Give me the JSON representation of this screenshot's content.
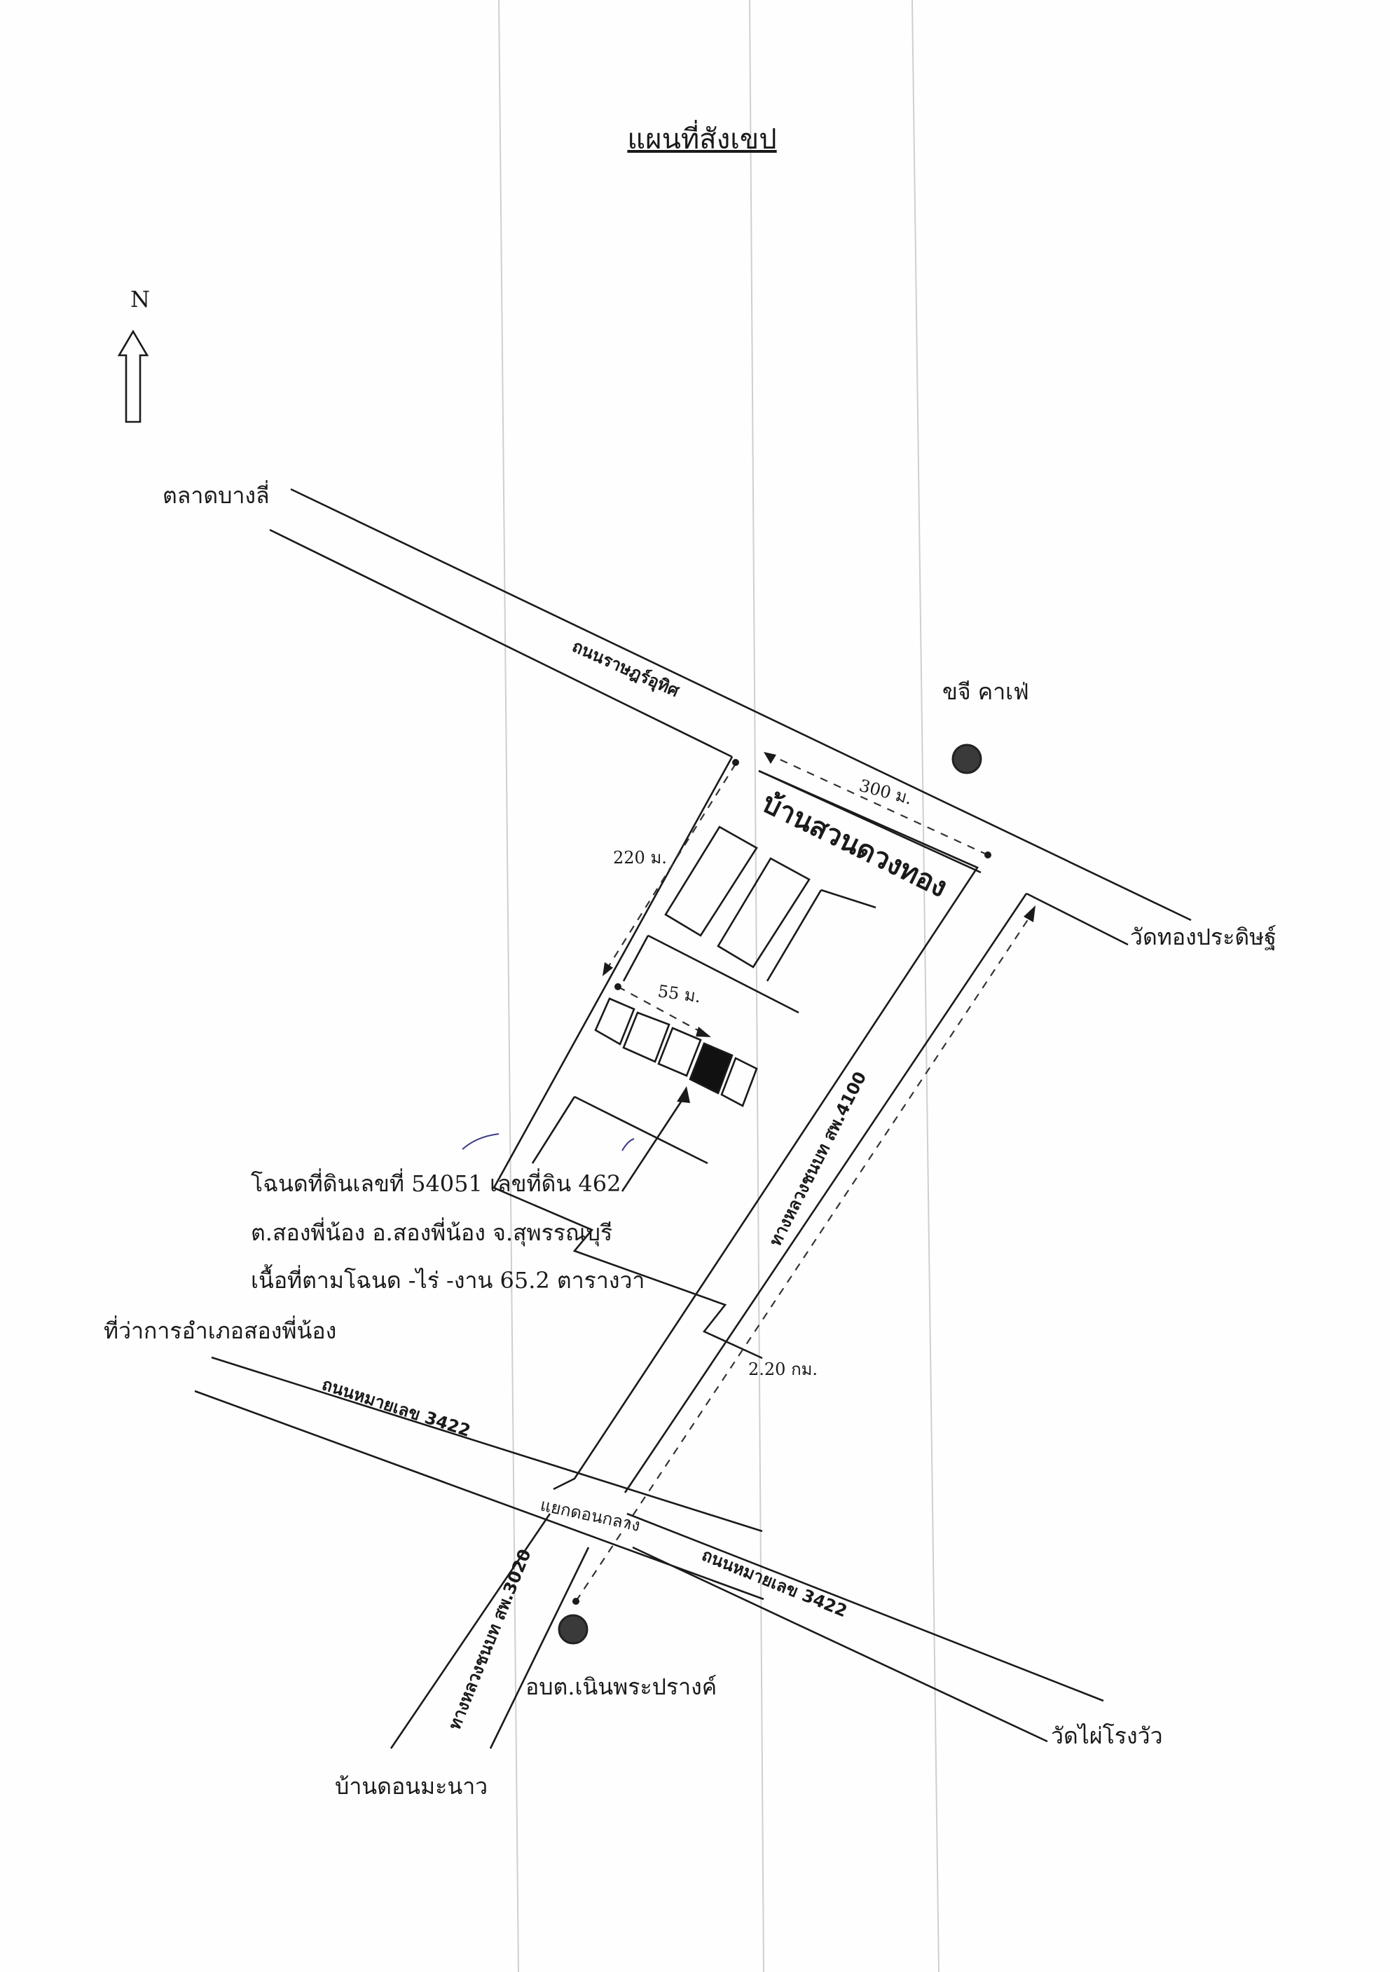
{
  "title": "แผนที่สังเขป",
  "north_label": "N",
  "places": {
    "market": "ตลาดบางลี่",
    "cafe": "ขจี คาเฟ่",
    "temple_prathip": "วัดทองประดิษฐ์",
    "district_office": "ที่ว่าการอำเภอสองพี่น้อง",
    "ban_don_manao": "บ้านดอนมะนาว",
    "sao_noen": "อบต.เนินพระปรางค์",
    "temple_phai": "วัดไผ่โรงวัว",
    "village": "บ้านสวนดวงทอง",
    "junction": "แยกดอนกลาง"
  },
  "roads": {
    "top_road": "ถนนราษฎร์อุทิศ",
    "road_3422_left": "ถนนหมายเลข 3422",
    "road_3422_right": "ถนนหมายเลข 3422",
    "highway_4100": "ทางหลวงชนบท สพ.4100",
    "highway_3020": "ทางหลวงชนบท สพ.3020"
  },
  "distances": {
    "d300": "300 ม.",
    "d220": "220 ม.",
    "d55": "55 ม.",
    "d2_20": "2.20 กม."
  },
  "deed": {
    "line1": "โฉนดที่ดินเลขที่ 54051 เลขที่ดิน 462",
    "line2": "ต.สองพี่น้อง อ.สองพี่น้อง จ.สุพรรณบุรี",
    "line3": "เนื้อที่ตามโฉนด  -ไร่ -งาน 65.2 ตารางวา"
  },
  "colors": {
    "marker": "#3a3a3a",
    "target_plot": "#111111",
    "fold_lines": "#cfcfcf"
  }
}
